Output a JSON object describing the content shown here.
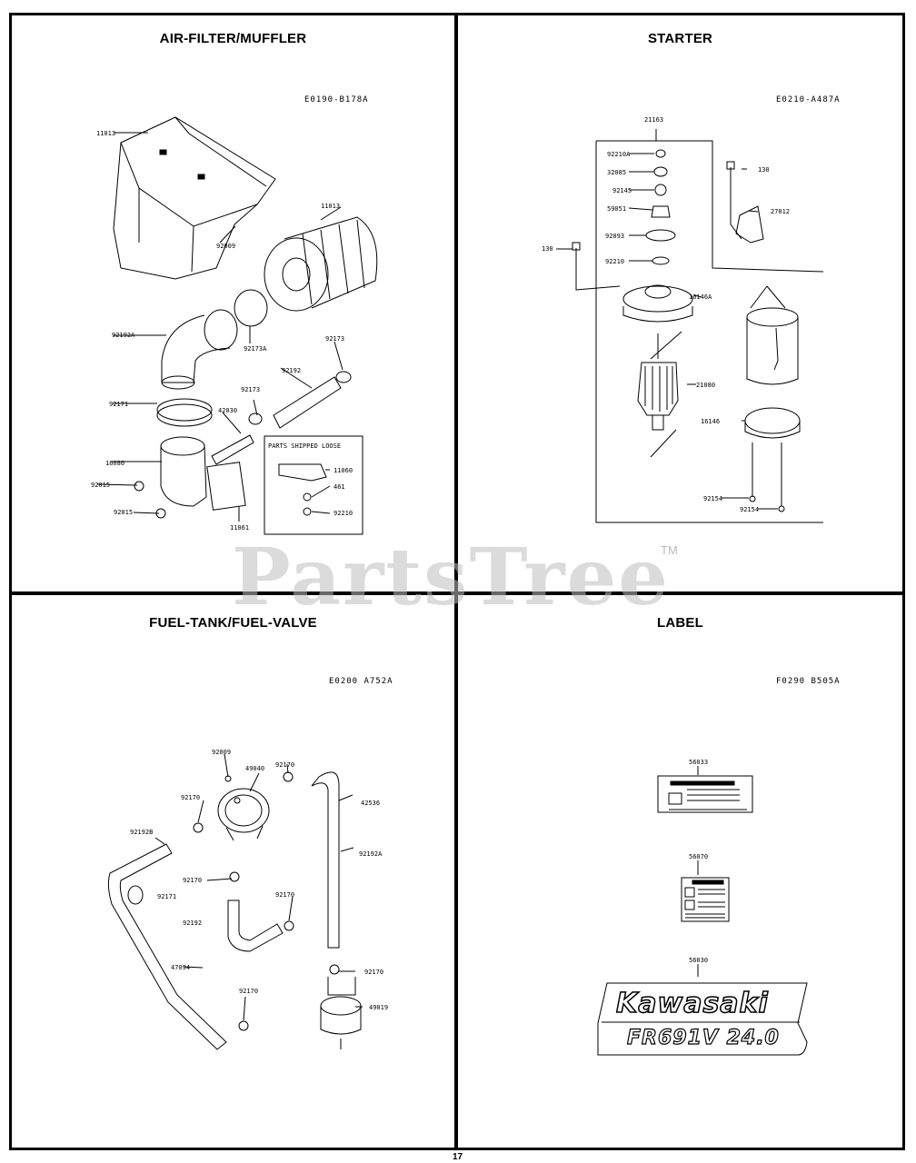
{
  "watermark": {
    "text": "PartsTree",
    "tm": "TM"
  },
  "page_number": "17",
  "panels": {
    "air_filter": {
      "title": "AIR-FILTER/MUFFLER",
      "code": "E0190-B178A",
      "labels": [
        "11013",
        "11013",
        "92009",
        "92173A",
        "92192A",
        "92171",
        "92173",
        "92173",
        "92192",
        "42030",
        "16080",
        "92015",
        "92015",
        "11061"
      ],
      "loose_box": {
        "title": "PARTS SHIPPED LOOSE",
        "labels": [
          "11060",
          "461",
          "92210"
        ]
      }
    },
    "starter": {
      "title": "STARTER",
      "code": "E0210-A487A",
      "labels": [
        "21163",
        "92210A",
        "32085",
        "92145",
        "59051",
        "92093",
        "92210",
        "130",
        "130",
        "27012",
        "16146A",
        "21080",
        "16146",
        "92154",
        "92154"
      ]
    },
    "fuel_tank": {
      "title": "FUEL-TANK/FUEL-VALVE",
      "code": "E0200 A752A",
      "labels": [
        "92009",
        "49040",
        "92170",
        "92170",
        "92192B",
        "92170",
        "92171",
        "92192",
        "92170",
        "47034",
        "92170",
        "42536",
        "92192A",
        "92170",
        "49019"
      ]
    },
    "label": {
      "title": "LABEL",
      "code": "F0290 B505A",
      "labels": [
        "56033",
        "56070",
        "56030"
      ],
      "decal": {
        "brand": "Kawasaki",
        "model": "FR691V 24.0"
      }
    }
  },
  "colors": {
    "line": "#000000",
    "watermark": "#bebebe",
    "background": "#ffffff"
  }
}
